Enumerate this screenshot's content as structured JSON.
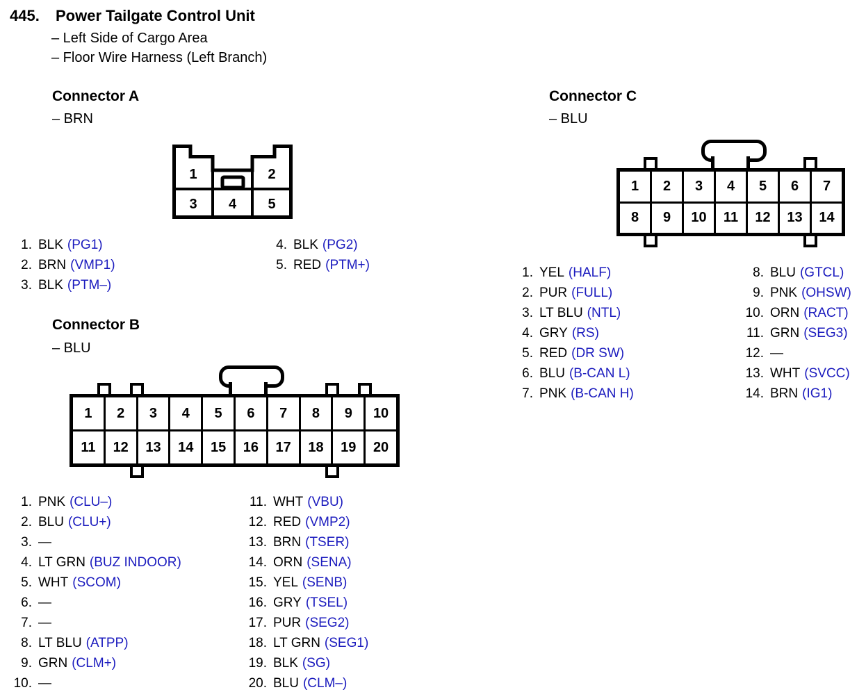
{
  "title": {
    "number": "445.",
    "text": "Power Tailgate Control Unit"
  },
  "locations": [
    "– Left Side of Cargo Area",
    "– Floor Wire Harness (Left Branch)"
  ],
  "colors": {
    "signal_blue": "#1b1bbe",
    "line_black": "#000000"
  },
  "connector_a": {
    "heading": "Connector A",
    "color_label": "– BRN",
    "cells": [
      "1",
      "2",
      "3",
      "4",
      "5"
    ],
    "pins_left": [
      {
        "num": "1.",
        "wire": "BLK",
        "signal": "(PG1)"
      },
      {
        "num": "2.",
        "wire": "BRN",
        "signal": "(VMP1)"
      },
      {
        "num": "3.",
        "wire": "BLK",
        "signal": "(PTM–)"
      }
    ],
    "pins_right": [
      {
        "num": "4.",
        "wire": "BLK",
        "signal": "(PG2)"
      },
      {
        "num": "5.",
        "wire": "RED",
        "signal": "(PTM+)"
      }
    ]
  },
  "connector_b": {
    "heading": "Connector B",
    "color_label": "– BLU",
    "rows": [
      [
        "1",
        "2",
        "3",
        "4",
        "5",
        "6",
        "7",
        "8",
        "9",
        "10"
      ],
      [
        "11",
        "12",
        "13",
        "14",
        "15",
        "16",
        "17",
        "18",
        "19",
        "20"
      ]
    ],
    "pins_left": [
      {
        "num": "1.",
        "wire": "PNK",
        "signal": "(CLU–)"
      },
      {
        "num": "2.",
        "wire": "BLU",
        "signal": "(CLU+)"
      },
      {
        "num": "3.",
        "wire": "—",
        "signal": ""
      },
      {
        "num": "4.",
        "wire": "LT GRN",
        "signal": "(BUZ INDOOR)"
      },
      {
        "num": "5.",
        "wire": "WHT",
        "signal": "(SCOM)"
      },
      {
        "num": "6.",
        "wire": "—",
        "signal": ""
      },
      {
        "num": "7.",
        "wire": "—",
        "signal": ""
      },
      {
        "num": "8.",
        "wire": "LT BLU",
        "signal": "(ATPP)"
      },
      {
        "num": "9.",
        "wire": "GRN",
        "signal": "(CLM+)"
      },
      {
        "num": "10.",
        "wire": "—",
        "signal": ""
      }
    ],
    "pins_right": [
      {
        "num": "11.",
        "wire": "WHT",
        "signal": "(VBU)"
      },
      {
        "num": "12.",
        "wire": "RED",
        "signal": "(VMP2)"
      },
      {
        "num": "13.",
        "wire": "BRN",
        "signal": "(TSER)"
      },
      {
        "num": "14.",
        "wire": "ORN",
        "signal": "(SENA)"
      },
      {
        "num": "15.",
        "wire": "YEL",
        "signal": "(SENB)"
      },
      {
        "num": "16.",
        "wire": "GRY",
        "signal": "(TSEL)"
      },
      {
        "num": "17.",
        "wire": "PUR",
        "signal": "(SEG2)"
      },
      {
        "num": "18.",
        "wire": "LT GRN",
        "signal": "(SEG1)"
      },
      {
        "num": "19.",
        "wire": "BLK",
        "signal": "(SG)"
      },
      {
        "num": "20.",
        "wire": "BLU",
        "signal": "(CLM–)"
      }
    ]
  },
  "connector_c": {
    "heading": "Connector C",
    "color_label": "– BLU",
    "rows": [
      [
        "1",
        "2",
        "3",
        "4",
        "5",
        "6",
        "7"
      ],
      [
        "8",
        "9",
        "10",
        "11",
        "12",
        "13",
        "14"
      ]
    ],
    "pins_left": [
      {
        "num": "1.",
        "wire": "YEL",
        "signal": "(HALF)"
      },
      {
        "num": "2.",
        "wire": "PUR",
        "signal": "(FULL)"
      },
      {
        "num": "3.",
        "wire": "LT BLU",
        "signal": "(NTL)"
      },
      {
        "num": "4.",
        "wire": "GRY",
        "signal": "(RS)"
      },
      {
        "num": "5.",
        "wire": "RED",
        "signal": "(DR SW)"
      },
      {
        "num": "6.",
        "wire": "BLU",
        "signal": "(B-CAN L)"
      },
      {
        "num": "7.",
        "wire": "PNK",
        "signal": "(B-CAN H)"
      }
    ],
    "pins_right": [
      {
        "num": "8.",
        "wire": "BLU",
        "signal": "(GTCL)"
      },
      {
        "num": "9.",
        "wire": "PNK",
        "signal": "(OHSW)"
      },
      {
        "num": "10.",
        "wire": "ORN",
        "signal": "(RACT)"
      },
      {
        "num": "11.",
        "wire": "GRN",
        "signal": "(SEG3)"
      },
      {
        "num": "12.",
        "wire": "—",
        "signal": ""
      },
      {
        "num": "13.",
        "wire": "WHT",
        "signal": "(SVCC)"
      },
      {
        "num": "14.",
        "wire": "BRN",
        "signal": "(IG1)"
      }
    ]
  }
}
